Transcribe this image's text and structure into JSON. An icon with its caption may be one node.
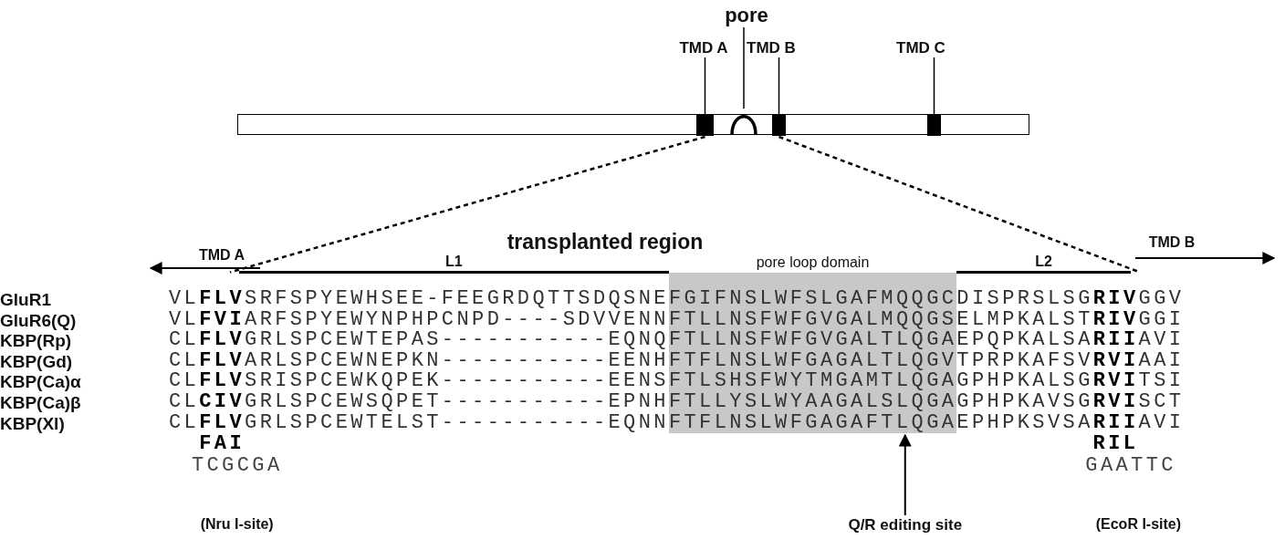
{
  "diagram": {
    "nodes": [
      {
        "text": [],
        "shape": "bar"
      },
      {
        "text": [],
        "shape": "box",
        "in": 0
      },
      {
        "text": [],
        "shape": "arc",
        "in": 0
      },
      {
        "text": [],
        "shape": "box",
        "in": 0
      },
      {
        "text": [],
        "shape": "box",
        "in": 0
      },
      {
        "text": [
          "TMD A"
        ]
      },
      {
        "text": [
          "pore"
        ]
      },
      {
        "text": [
          "TMD B"
        ]
      },
      {
        "text": [
          "TMD C"
        ]
      },
      {
        "text": [
          "Q/R editing site"
        ]
      },
      {
        "text": [],
        "shape": "band",
        "beside": [
          "pore loop domain"
        ]
      },
      {
        "text": [
          "L1"
        ]
      },
      {
        "text": [
          "L2"
        ]
      }
    ],
    "edges": [
      {
        "from": 5,
        "to": 1,
        "arrow": "none"
      },
      {
        "from": 6,
        "to": 2,
        "arrow": "none"
      },
      {
        "from": 7,
        "to": 3,
        "arrow": "none"
      },
      {
        "from": 8,
        "to": 4,
        "arrow": "none"
      },
      {
        "from": 9,
        "to": 10,
        "arrow": "to"
      },
      {
        "from": 1,
        "to": 11,
        "arrow": "none",
        "style": "dashed"
      },
      {
        "from": 3,
        "to": 12,
        "arrow": "none",
        "style": "dashed"
      }
    ],
    "labels": [
      "transplanted region",
      "TMD A",
      "TMD B",
      "GluR1",
      "VL**FLV**SRFSPYEWHSEE-FEEGRDQTTSDQSNEFGIFNSLWFSLGAFMQQGCDISPRSLSG**RIV**GGV",
      "GluR6(Q)",
      "VL**FVI**ARFSPYEWYNPHPCNPD----SDVVENNFTLLNSFWFGVGALMQQGSELMPKALST**RIV**GGI",
      "KBP(Rp)",
      "CL**FLV**GRLSPCEWTEPAS-----------EQNQFTLLNSFWFGVGALTLQGAEPQPKALSA**RII**AVI",
      "KBP(Gd)",
      "CL**FLV**ARLSPCEWNEPKN-----------EENHFTFLNSLWFGAGALTLQGVTPRPKAFSV**RVI**AAI",
      "KBP(Ca)α",
      "CL**FLV**SRISPCEWKQPEK-----------EENSFTLSHSFWYTMGAMTLQGAGPHPKALSG**RVI**TSI",
      "KBP(Ca)β",
      "CL**CIV**GRLSPCEWSQPET-----------EPNHFTLLYSLWYAAGALSLQGAGPHPKAVSG**RVI**SCT",
      "KBP(Xl)",
      "CL**FLV**GRLSPCEWTELST-----------EQNNFTFLNSLWFGAGAFTLQGAEPHPKSVSA**RII**AVI",
      "FAI",
      "RIL",
      "TCGCGA",
      "GAATTC",
      "(Nru I-site)",
      "(EcoR I-site)"
    ]
  }
}
